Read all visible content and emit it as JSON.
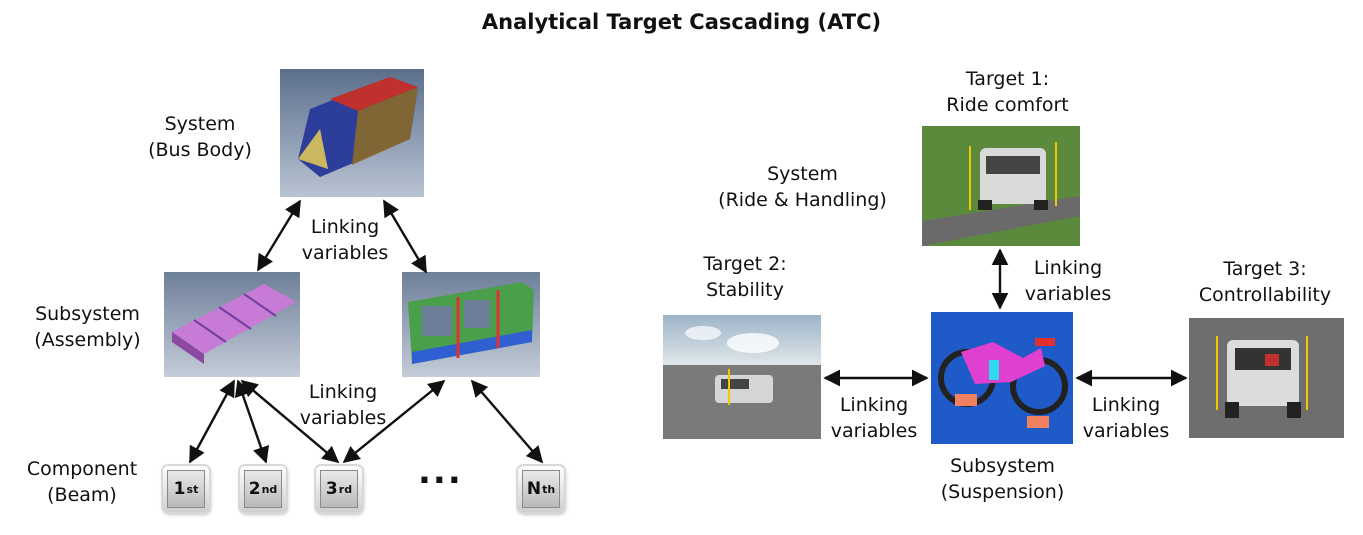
{
  "title": "Analytical Target Cascading (ATC)",
  "left": {
    "system_label": "System\n(Bus Body)",
    "subsystem_label": "Subsystem\n(Assembly)",
    "component_label": "Component\n(Beam)",
    "linking_top": "Linking\nvariables",
    "linking_bottom": "Linking\nvariables",
    "keys": [
      {
        "base": "1",
        "sup": "st"
      },
      {
        "base": "2",
        "sup": "nd"
      },
      {
        "base": "3",
        "sup": "rd"
      },
      {
        "base": "N",
        "sup": "th"
      }
    ],
    "ellipsis": "..."
  },
  "right": {
    "target1_label": "Target 1:\nRide comfort",
    "system_label": "System\n(Ride & Handling)",
    "target2_label": "Target 2:\nStability",
    "target3_label": "Target 3:\nControllability",
    "linking_top": "Linking\nvariables",
    "linking_left": "Linking\nvariables",
    "linking_right": "Linking\nvariables",
    "subsystem_label": "Subsystem\n(Suspension)"
  }
}
